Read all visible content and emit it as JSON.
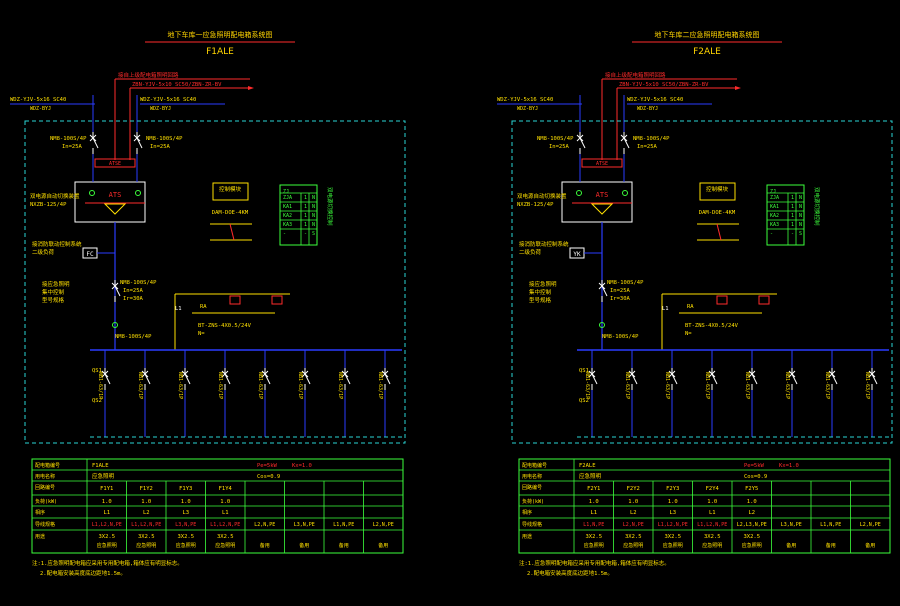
{
  "colors": {
    "background": "#000000",
    "frame_dashed": "#2ad4d4",
    "busbar": "#2a3cff",
    "feed_red": "#ff2b2b",
    "text_yellow": "#ffe000",
    "table_green": "#3cff3c",
    "breaker_white": "#ffffff"
  },
  "panels": [
    {
      "id": "left",
      "title": "地下车库一应急照明配电箱系统图",
      "code": "F1ALE",
      "feed_text_1": "接自上级配电箱照明回路",
      "feed_text_2": "ZBN-YJV-5x10 SC50/ZBN-ZR-BV",
      "incoming_cable_a": "WDZ-YJV-5x16 SC40",
      "incoming_cable_b": "WDZ-YJV-5x16 SC40",
      "main_breaker_a": "NM8-100S/4P",
      "main_breaker_a_rating": "In=25A",
      "main_breaker_b": "NM8-100S/4P",
      "main_breaker_b_rating": "In=25A",
      "ats_label": "ATS",
      "ats_desc_1": "双电源自动切换装置",
      "ats_desc_2": "NXZB-125/4P",
      "fire_label": "FC",
      "fire_desc": "接消防联动控制系统",
      "spd_breaker": "NM8-100S/4P",
      "spd_detail": "In=25A",
      "relay_label": "RA",
      "aux_desc": "BT-ZNS-4X0.5/24V",
      "busbar_breaker": "NM8-100S/4P",
      "control_box_title": "控制模块",
      "control_box_caption": "DAM-DOE-4KM",
      "table_title": "ZJ",
      "table_rows": [
        [
          "ZJA",
          "1",
          "N"
        ],
        [
          "KA1",
          "1",
          "N"
        ],
        [
          "KA2",
          "1",
          "N"
        ],
        [
          "KA3",
          "1",
          "N"
        ],
        [
          "-",
          "-",
          "S"
        ]
      ],
      "table_side_label": "双电源切换控制",
      "branch_breakers": [
        "NB1-63/1P",
        "NB1-63/1P",
        "NB1-63/1P",
        "NB1-63/1P",
        "NB1-63/1P",
        "NB1-63/1P",
        "NB1-63/1P",
        "NB1-63/1P"
      ],
      "bottom_table": {
        "row_labels": [
          "配电箱编号",
          "用电名称",
          "回路编号",
          "负荷(kW)",
          "相序",
          "导线规格",
          "用途"
        ],
        "header_value_1": "F1ALE",
        "header_value_2": "应急照明",
        "header_extra_1": "Pe=5kW",
        "header_extra_2": "Kx=1.0",
        "header_extra_3": "Cos=0.9",
        "circuits": [
          {
            "no": "F1Y1",
            "load": "1.0",
            "phase": "L1",
            "cable": "L1,L2,N,PE",
            "wire": "3X2.5",
            "use": "应急照明"
          },
          {
            "no": "F1Y2",
            "load": "1.0",
            "phase": "L2",
            "cable": "L1,L2,N,PE",
            "wire": "3X2.5",
            "use": "应急照明"
          },
          {
            "no": "F1Y3",
            "load": "1.0",
            "phase": "L3",
            "cable": "L3,N,PE",
            "wire": "3X2.5",
            "use": "应急照明"
          },
          {
            "no": "F1Y4",
            "load": "1.0",
            "phase": "L1",
            "cable": "L1,L2,N,PE",
            "wire": "3X2.5",
            "use": "应急照明"
          },
          {
            "no": "",
            "load": "",
            "phase": "",
            "cable": "L2,N,PE",
            "wire": "",
            "use": "备用"
          },
          {
            "no": "",
            "load": "",
            "phase": "",
            "cable": "L3,N,PE",
            "wire": "",
            "use": "备用"
          },
          {
            "no": "",
            "load": "",
            "phase": "",
            "cable": "L1,N,PE",
            "wire": "",
            "use": "备用"
          },
          {
            "no": "",
            "load": "",
            "phase": "",
            "cable": "L2,N,PE",
            "wire": "",
            "use": "备用"
          }
        ]
      },
      "footnote_1": "注:1.应急照明配电箱应采用专用配电箱,箱体应有明显标志。",
      "footnote_2": "2.配电箱安装高度底边距地1.5m。"
    },
    {
      "id": "right",
      "title": "地下车库二应急照明配电箱系统图",
      "code": "F2ALE",
      "feed_text_1": "接自上级配电箱照明回路",
      "feed_text_2": "ZBN-YJV-5x10 SC50/ZBN-ZR-BV",
      "incoming_cable_a": "WDZ-YJV-5x16 SC40",
      "incoming_cable_b": "WDZ-YJV-5x16 SC40",
      "main_breaker_a": "NM8-100S/4P",
      "main_breaker_a_rating": "In=25A",
      "main_breaker_b": "NM8-100S/4P",
      "main_breaker_b_rating": "In=25A",
      "ats_label": "ATS",
      "ats_desc_1": "双电源自动切换装置",
      "ats_desc_2": "NXZB-125/4P",
      "fire_label": "YK",
      "fire_desc": "接消防联动控制系统",
      "spd_breaker": "NM8-100S/4P",
      "spd_detail": "In=25A",
      "relay_label": "RA",
      "aux_desc": "BT-ZNS-4X0.5/24V",
      "busbar_breaker": "NM8-100S/4P",
      "control_box_title": "控制模块",
      "control_box_caption": "DAM-DOE-4KM",
      "table_title": "ZJ",
      "table_rows": [
        [
          "ZJA",
          "1",
          "N"
        ],
        [
          "KA1",
          "1",
          "N"
        ],
        [
          "KA2",
          "1",
          "N"
        ],
        [
          "KA3",
          "1",
          "N"
        ],
        [
          "-",
          "-",
          "S"
        ]
      ],
      "table_side_label": "双电源切换控制",
      "branch_breakers": [
        "NB1-63/1P",
        "NB1-63/1P",
        "NB1-63/1P",
        "NB1-63/1P",
        "NB1-63/1P",
        "NB1-63/1P",
        "NB1-63/1P",
        "NB1-63/1P"
      ],
      "bottom_table": {
        "row_labels": [
          "配电箱编号",
          "用电名称",
          "回路编号",
          "负荷(kW)",
          "相序",
          "导线规格",
          "用途"
        ],
        "header_value_1": "F2ALE",
        "header_value_2": "应急照明",
        "header_extra_1": "Pe=5kW",
        "header_extra_2": "Kx=1.0",
        "header_extra_3": "Cos=0.9",
        "circuits": [
          {
            "no": "F2Y1",
            "load": "1.0",
            "phase": "L1",
            "cable": "L1,N,PE",
            "wire": "3X2.5",
            "use": "应急照明"
          },
          {
            "no": "F2Y2",
            "load": "1.0",
            "phase": "L2",
            "cable": "L2,N,PE",
            "wire": "3X2.5",
            "use": "应急照明"
          },
          {
            "no": "F2Y3",
            "load": "1.0",
            "phase": "L3",
            "cable": "L1,L2,N,PE",
            "wire": "3X2.5",
            "use": "应急照明"
          },
          {
            "no": "F2Y4",
            "load": "1.0",
            "phase": "L1",
            "cable": "L1,L2,N,PE",
            "wire": "3X2.5",
            "use": "应急照明"
          },
          {
            "no": "F2Y5",
            "load": "1.0",
            "phase": "L2",
            "cable": "L2,L3,N,PE",
            "wire": "3X2.5",
            "use": "应急照明"
          },
          {
            "no": "",
            "load": "",
            "phase": "",
            "cable": "L3,N,PE",
            "wire": "",
            "use": "备用"
          },
          {
            "no": "",
            "load": "",
            "phase": "",
            "cable": "L1,N,PE",
            "wire": "",
            "use": "备用"
          },
          {
            "no": "",
            "load": "",
            "phase": "",
            "cable": "L2,N,PE",
            "wire": "",
            "use": "备用"
          }
        ]
      },
      "footnote_1": "注:1.应急照明配电箱应采用专用配电箱,箱体应有明显标志。",
      "footnote_2": "2.配电箱安装高度底边距地1.5m。"
    }
  ]
}
